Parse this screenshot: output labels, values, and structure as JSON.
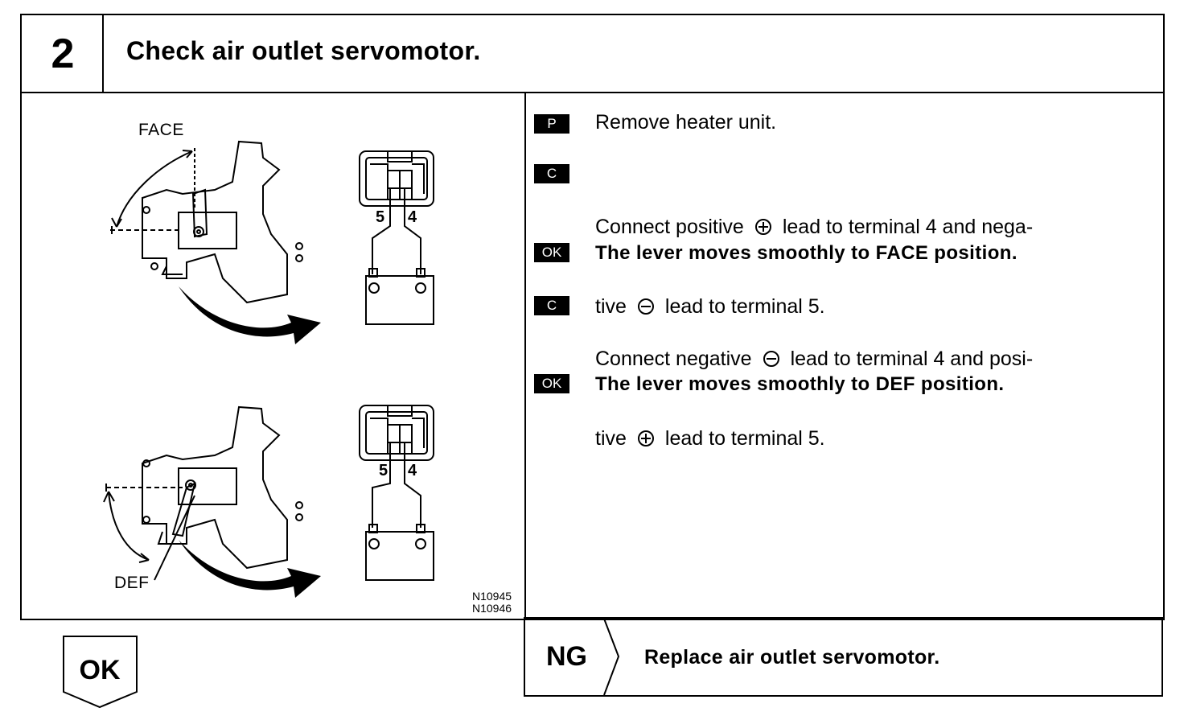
{
  "header": {
    "step_number": "2",
    "title": "Check air outlet servomotor."
  },
  "figure": {
    "top_label": "FACE",
    "bottom_label": "DEF",
    "terminal_left": "5",
    "terminal_right": "4",
    "codes": [
      "N10945",
      "N10946"
    ]
  },
  "steps": [
    {
      "badge": "P",
      "text": "Remove heater unit.",
      "bold": false
    },
    {
      "badge": "C",
      "line1_a": "Connect positive",
      "line1_sym": "plus",
      "line1_b": "lead to terminal 4 and nega-",
      "line2_a": "tive",
      "line2_sym": "minus",
      "line2_b": "lead to terminal 5.",
      "bold": false
    },
    {
      "badge": "OK",
      "text": "The lever moves smoothly to FACE position.",
      "bold": true
    },
    {
      "badge": "C",
      "line1_a": "Connect negative",
      "line1_sym": "minus",
      "line1_b": "lead to terminal 4 and posi-",
      "line2_a": "tive",
      "line2_sym": "plus",
      "line2_b": "lead to terminal 5.",
      "bold": false
    },
    {
      "badge": "OK",
      "text": "The lever moves smoothly to DEF position.",
      "bold": true
    }
  ],
  "results": {
    "ok_label": "OK",
    "ng_label": "NG",
    "ng_text": "Replace air outlet servomotor."
  }
}
